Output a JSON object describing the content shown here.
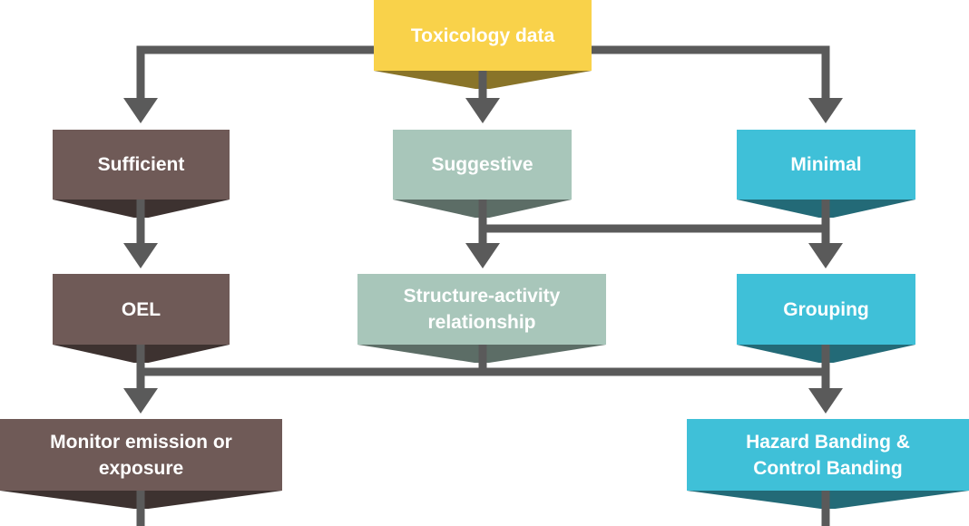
{
  "colors": {
    "connector": "#5a5a5a",
    "toxicology": "#f9d24a",
    "sufficient": "#6f5a57",
    "suggestive": "#a8c6ba",
    "minimal": "#3fc0d8"
  },
  "nodes": {
    "toxicology_data": "Toxicology data",
    "sufficient": "Sufficient",
    "suggestive": "Suggestive",
    "minimal": "Minimal",
    "oel": "OEL",
    "structure_activity": "Structure-activity relationship",
    "grouping": "Grouping",
    "monitor": "Monitor emission or exposure",
    "hazard_banding": "Hazard Banding & Control Banding"
  }
}
